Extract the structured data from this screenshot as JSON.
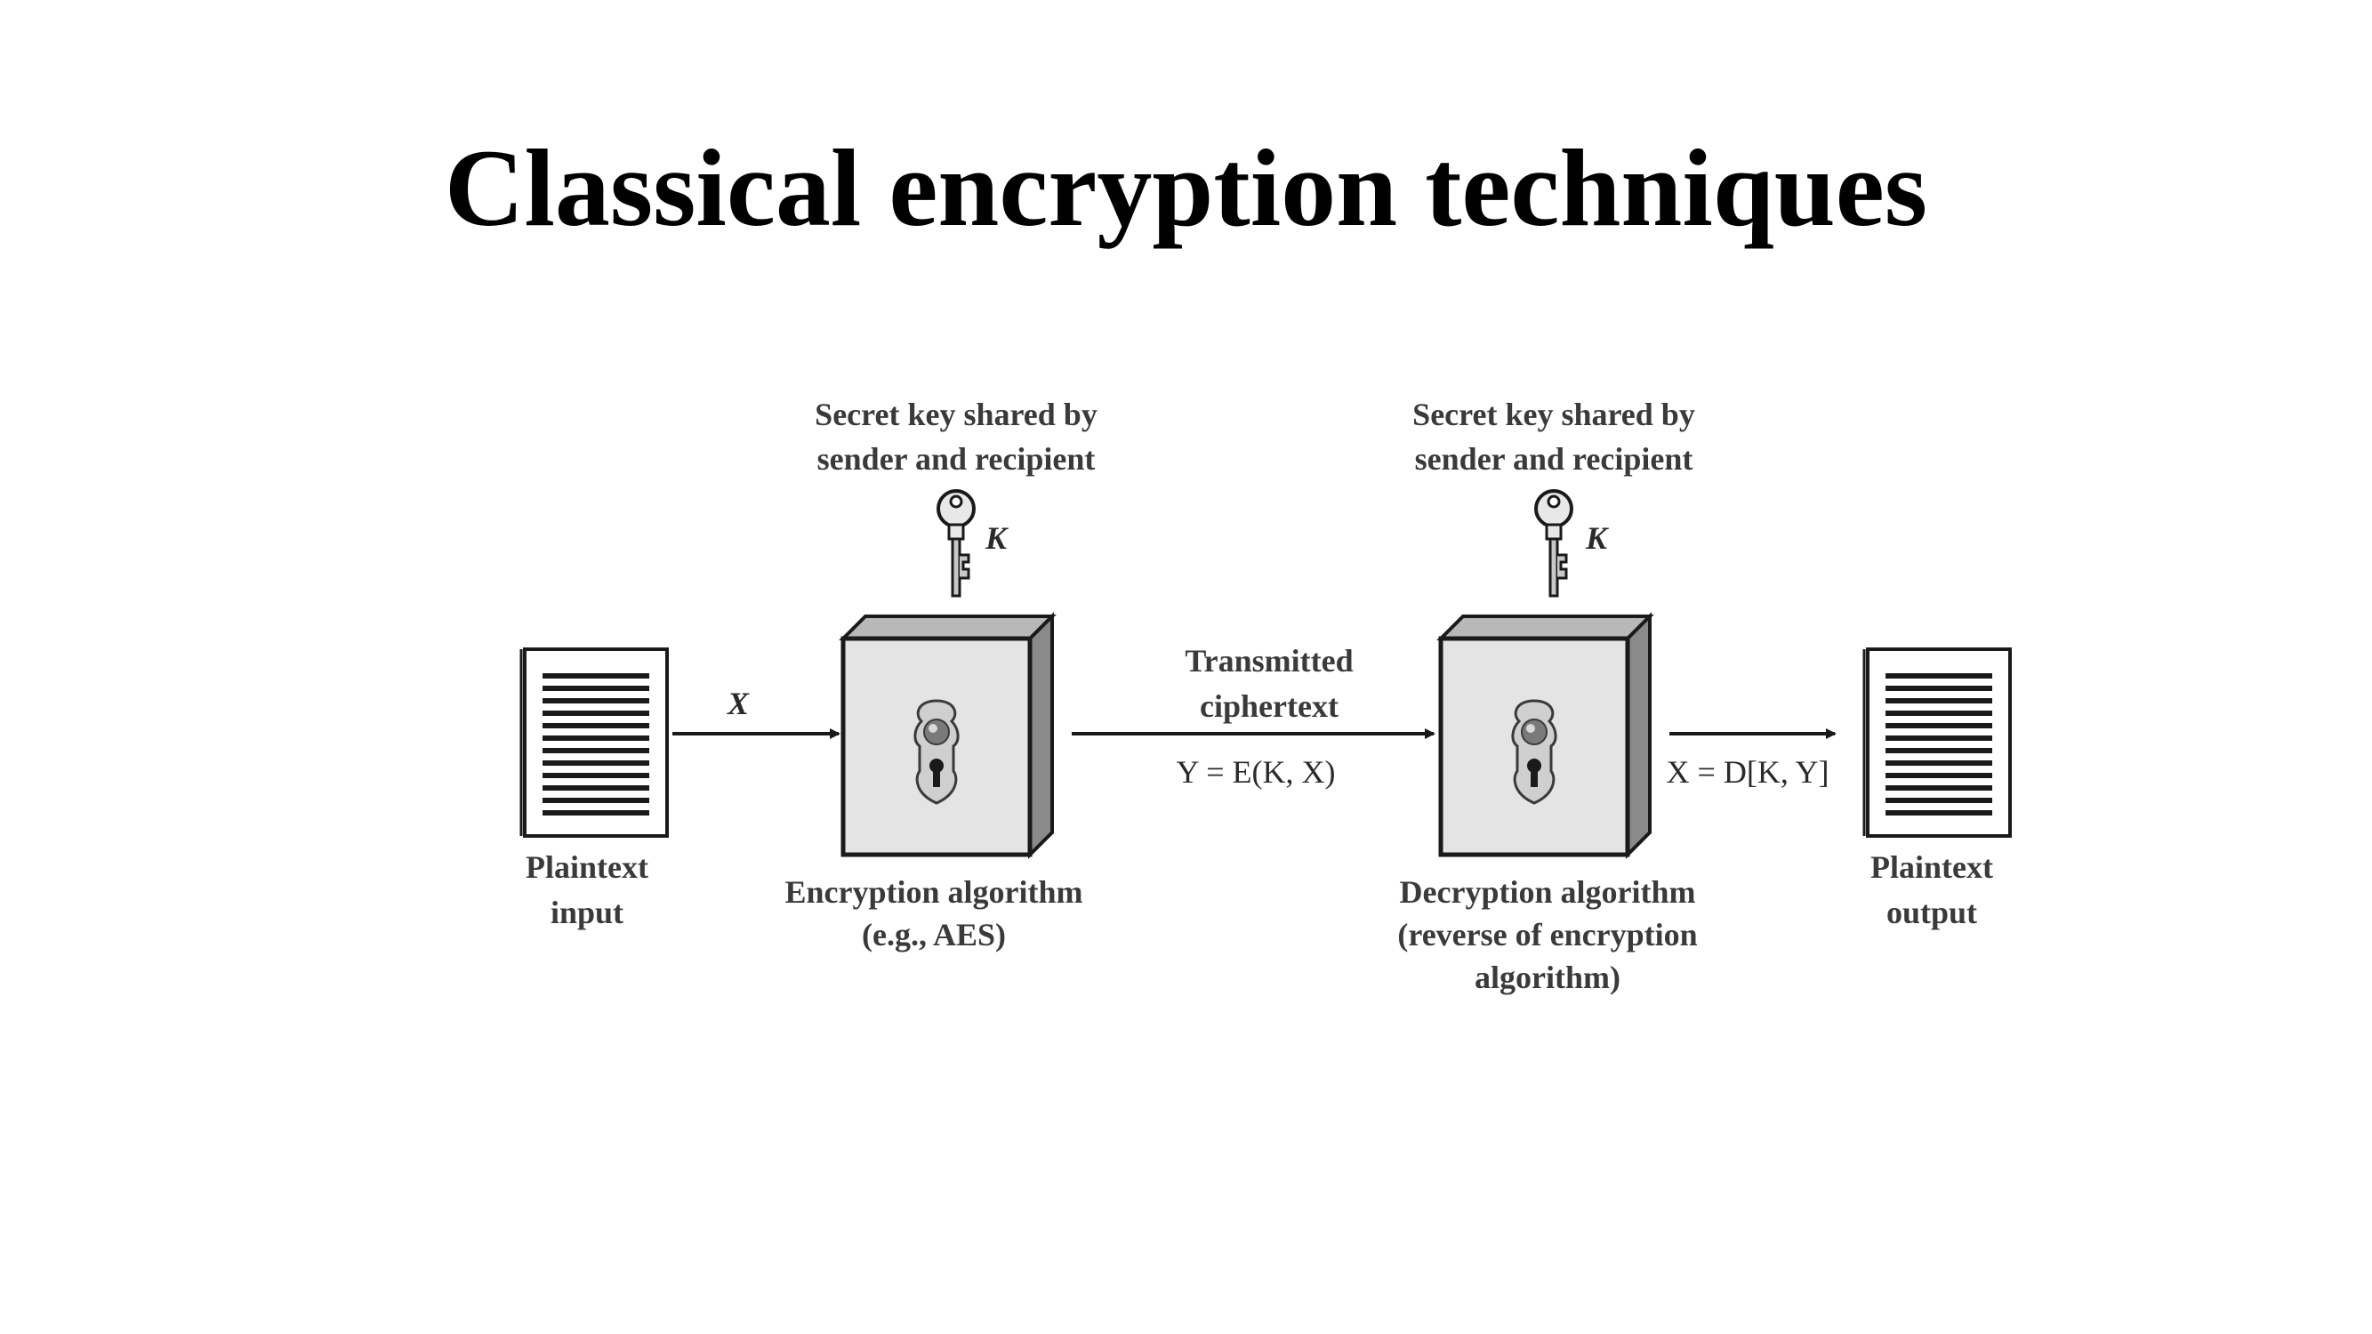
{
  "slide": {
    "title": "Classical encryption techniques"
  },
  "diagram": {
    "plaintext_input": {
      "label_line1": "Plaintext",
      "label_line2": "input"
    },
    "arrow_x_label": "X",
    "encryption": {
      "key_label_line1": "Secret key shared by",
      "key_label_line2": "sender and recipient",
      "key_symbol": "K",
      "label_line1": "Encryption algorithm",
      "label_line2": "(e.g., AES)"
    },
    "ciphertext": {
      "label_line1": "Transmitted",
      "label_line2": "ciphertext",
      "formula": "Y = E(K, X)"
    },
    "decryption": {
      "key_label_line1": "Secret key shared by",
      "key_label_line2": "sender and recipient",
      "key_symbol": "K",
      "label_line1": "Decryption algorithm",
      "label_line2": "(reverse of encryption",
      "label_line3": "algorithm)"
    },
    "output_formula": "X = D[K, Y]",
    "plaintext_output": {
      "label_line1": "Plaintext",
      "label_line2": "output"
    }
  },
  "colors": {
    "text": "#000000",
    "line": "#1a1a1a",
    "box_face": "#e4e4e4",
    "box_top": "#b8b8b8",
    "box_side": "#8a8a8a"
  }
}
